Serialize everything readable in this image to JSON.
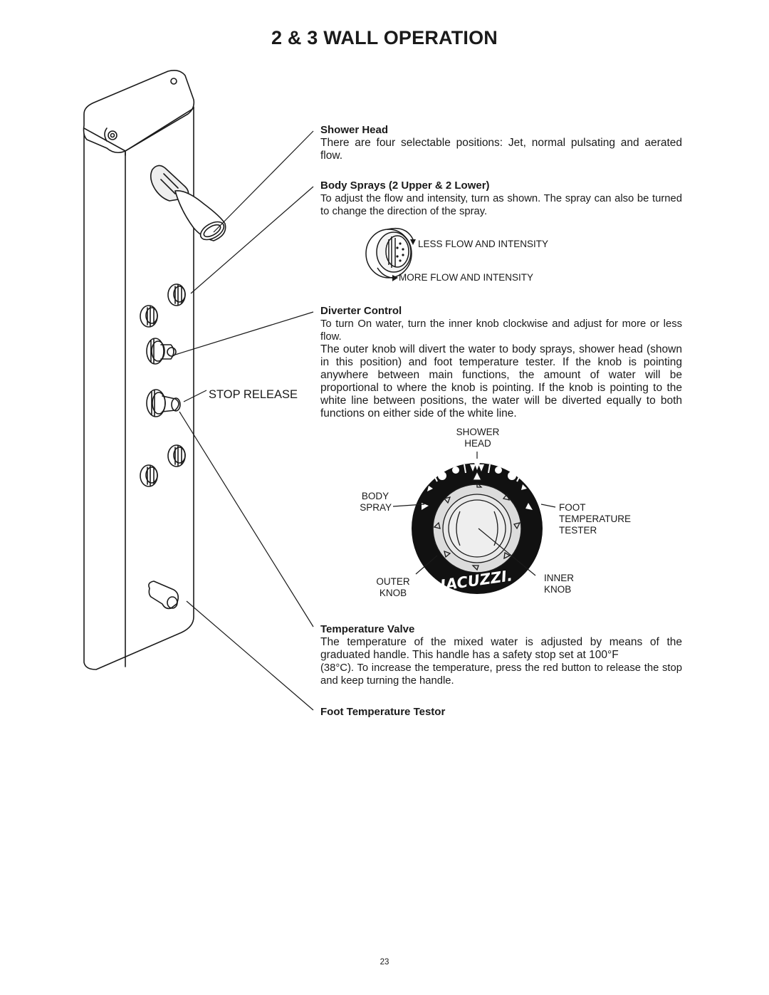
{
  "page": {
    "title": "2 & 3 WALL OPERATION",
    "page_number": "23"
  },
  "callouts": {
    "stop_release": "STOP RELEASE"
  },
  "sections": {
    "shower_head": {
      "heading": "Shower Head",
      "body": "There are four selectable positions: Jet, normal pulsating and aerated flow."
    },
    "body_sprays": {
      "heading": "Body Sprays (2 Upper & 2 Lower)",
      "body": "To adjust the flow and intensity, turn as shown.  The spray can also be turned to change the direction of the spray."
    },
    "diverter_control": {
      "heading": "Diverter Control",
      "body_1": "To turn On water, turn the inner knob clockwise and adjust for more or less flow.",
      "body_2": "The outer knob will divert the water to body sprays, shower head (shown in this position) and foot temperature tester.  If the knob is pointing anywhere between main functions, the amount of water will be proportional to where the knob is pointing.  If the knob is pointing to the white line between positions, the water will be diverted equally to both functions on either side of the white line."
    },
    "temperature_valve": {
      "heading": "Temperature Valve",
      "body_1": "The temperature of the mixed water is adjusted by means of the graduated handle.  This handle has a safety stop set at 100°F",
      "body_2": "(38°C).  To increase the temperature, press the red button to release the stop and keep turning the handle."
    },
    "foot_temperature": {
      "heading": "Foot Temperature Testor"
    }
  },
  "spray_figure": {
    "less_flow": "LESS FLOW AND INTENSITY",
    "more_flow": "MORE FLOW AND INTENSITY"
  },
  "diverter_figure": {
    "shower_head_line1": "SHOWER",
    "shower_head_line2": "HEAD",
    "body_spray_line1": "BODY",
    "body_spray_line2": "SPRAY",
    "foot_line1": "FOOT",
    "foot_line2": "TEMPERATURE",
    "foot_line3": "TESTER",
    "outer_knob_line1": "OUTER",
    "outer_knob_line2": "KNOB",
    "inner_knob_line1": "INNER",
    "inner_knob_line2": "KNOB",
    "brand_logo": "JACUZZI."
  },
  "colors": {
    "ink": "#1a1a1a",
    "paper": "#ffffff",
    "panel_fill": "#ffffff",
    "dial_ring": "#111111",
    "knob_gray": "#dcdcdc"
  }
}
